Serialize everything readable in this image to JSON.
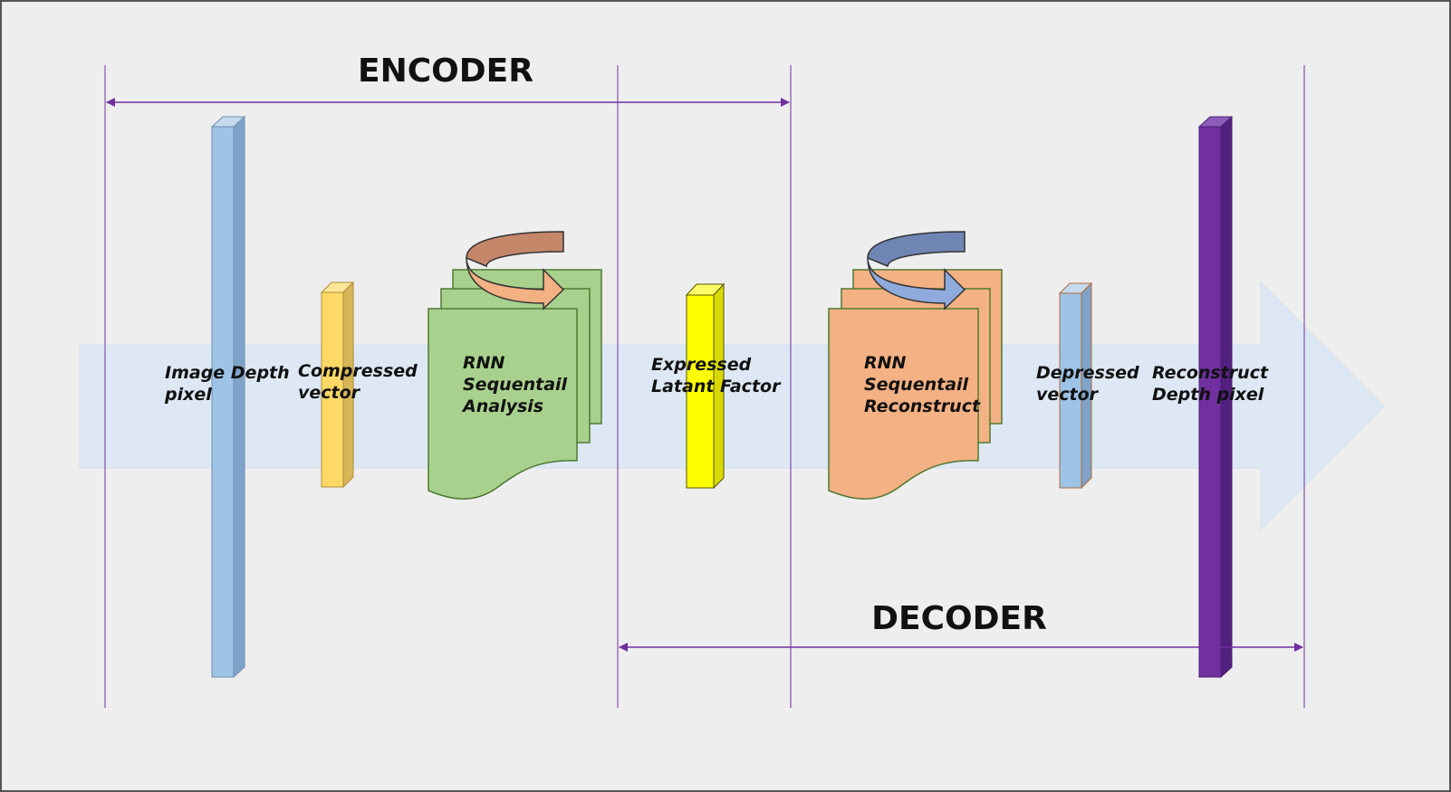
{
  "diagram": {
    "encoder": {
      "title": "ENCODER"
    },
    "decoder": {
      "title": "DECODER"
    },
    "nodes": {
      "input": {
        "line1": "Image Depth",
        "line2": "pixel"
      },
      "compressed": {
        "line1": "Compressed",
        "line2": "vector"
      },
      "rnn_analysis": {
        "line1": "RNN",
        "line2": "Sequentail",
        "line3": "Analysis"
      },
      "latent": {
        "line1": "Expressed",
        "line2": "Latant Factor"
      },
      "rnn_reconstruct": {
        "line1": "RNN",
        "line2": "Sequentail",
        "line3": "Reconstruct"
      },
      "depressed": {
        "line1": "Depressed",
        "line2": "vector"
      },
      "output": {
        "line1": "Reconstruct",
        "line2": "Depth pixel"
      }
    },
    "colors": {
      "background": "#eeeeee",
      "flow_arrow": "#dde8f4",
      "guide_line": "#7030a0",
      "input_bar": "#9dc3e6",
      "compressed_bar": "#ffd966",
      "rnn_analysis": "#a9d18e",
      "rnn_analysis_arrow": "#f4b183",
      "latent_bar": "#ffff00",
      "rnn_reconstruct": "#f4b183",
      "rnn_reconstruct_arrow": "#8faadc",
      "depressed_bar": "#9dc3e6",
      "output_bar": "#7030a0"
    }
  }
}
